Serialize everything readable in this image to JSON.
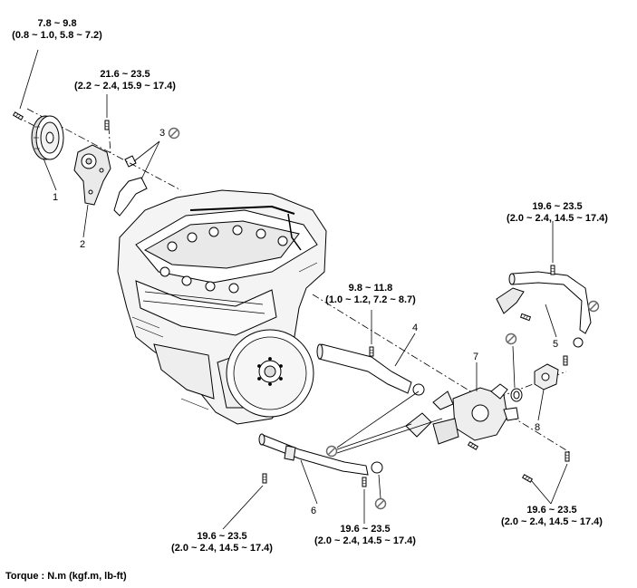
{
  "torque_labels": {
    "t1": {
      "line1": "7.8 ~ 9.8",
      "line2": "(0.8 ~ 1.0, 5.8 ~ 7.2)"
    },
    "t2": {
      "line1": "21.6 ~ 23.5",
      "line2": "(2.2 ~ 2.4, 15.9 ~ 17.4)"
    },
    "t3": {
      "line1": "19.6 ~ 23.5",
      "line2": "(2.0 ~ 2.4, 14.5 ~ 17.4)"
    },
    "t4": {
      "line1": "9.8 ~ 11.8",
      "line2": "(1.0 ~ 1.2, 7.2 ~ 8.7)"
    },
    "t5": {
      "line1": "19.6 ~ 23.5",
      "line2": "(2.0 ~ 2.4, 14.5 ~ 17.4)"
    },
    "t6": {
      "line1": "19.6 ~ 23.5",
      "line2": "(2.0 ~ 2.4, 14.5 ~ 17.4)"
    },
    "t7": {
      "line1": "19.6 ~ 23.5",
      "line2": "(2.0 ~ 2.4, 14.5 ~ 17.4)"
    }
  },
  "part_numbers": [
    "1",
    "2",
    "3",
    "4",
    "5",
    "6",
    "7",
    "8"
  ],
  "legend": "Torque : N.m (kgf.m, lb-ft)",
  "symbols": {
    "replace_icon": "no-reuse-circle-slash-icon"
  }
}
